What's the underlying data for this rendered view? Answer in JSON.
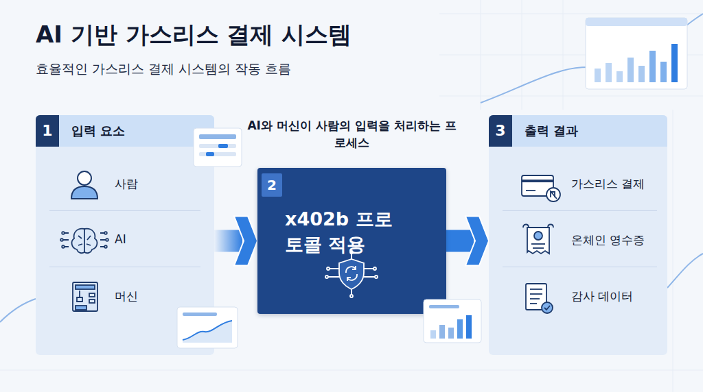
{
  "diagram": {
    "title": "AI 기반 가스리스 결제 시스템",
    "nodes": [
      {
        "text": [
          "1",
          "입력 요소"
        ]
      },
      {
        "text": [
          "사람"
        ],
        "in": 0
      },
      {
        "text": [
          "AI"
        ],
        "in": 0
      },
      {
        "text": [
          "머신"
        ],
        "in": 0
      },
      {
        "text": [
          "AI와 머신이 사람의 입력을 처리하는 프로세스",
          "2",
          "x402b 프로토콜 적용"
        ]
      },
      {
        "text": [
          "3",
          "출력 결과"
        ]
      },
      {
        "text": [
          "가스리스 결제"
        ],
        "in": 5
      },
      {
        "text": [
          "온체인 영수증"
        ],
        "in": 5
      },
      {
        "text": [
          "감사 데이터"
        ],
        "in": 5
      }
    ],
    "edges": [
      {
        "from": 0,
        "to": 4,
        "arrow": "to"
      },
      {
        "from": 4,
        "to": 5,
        "arrow": "to"
      }
    ],
    "labels": [
      "효율적인 가스리스 결제 시스템의 작동 흐름"
    ]
  }
}
